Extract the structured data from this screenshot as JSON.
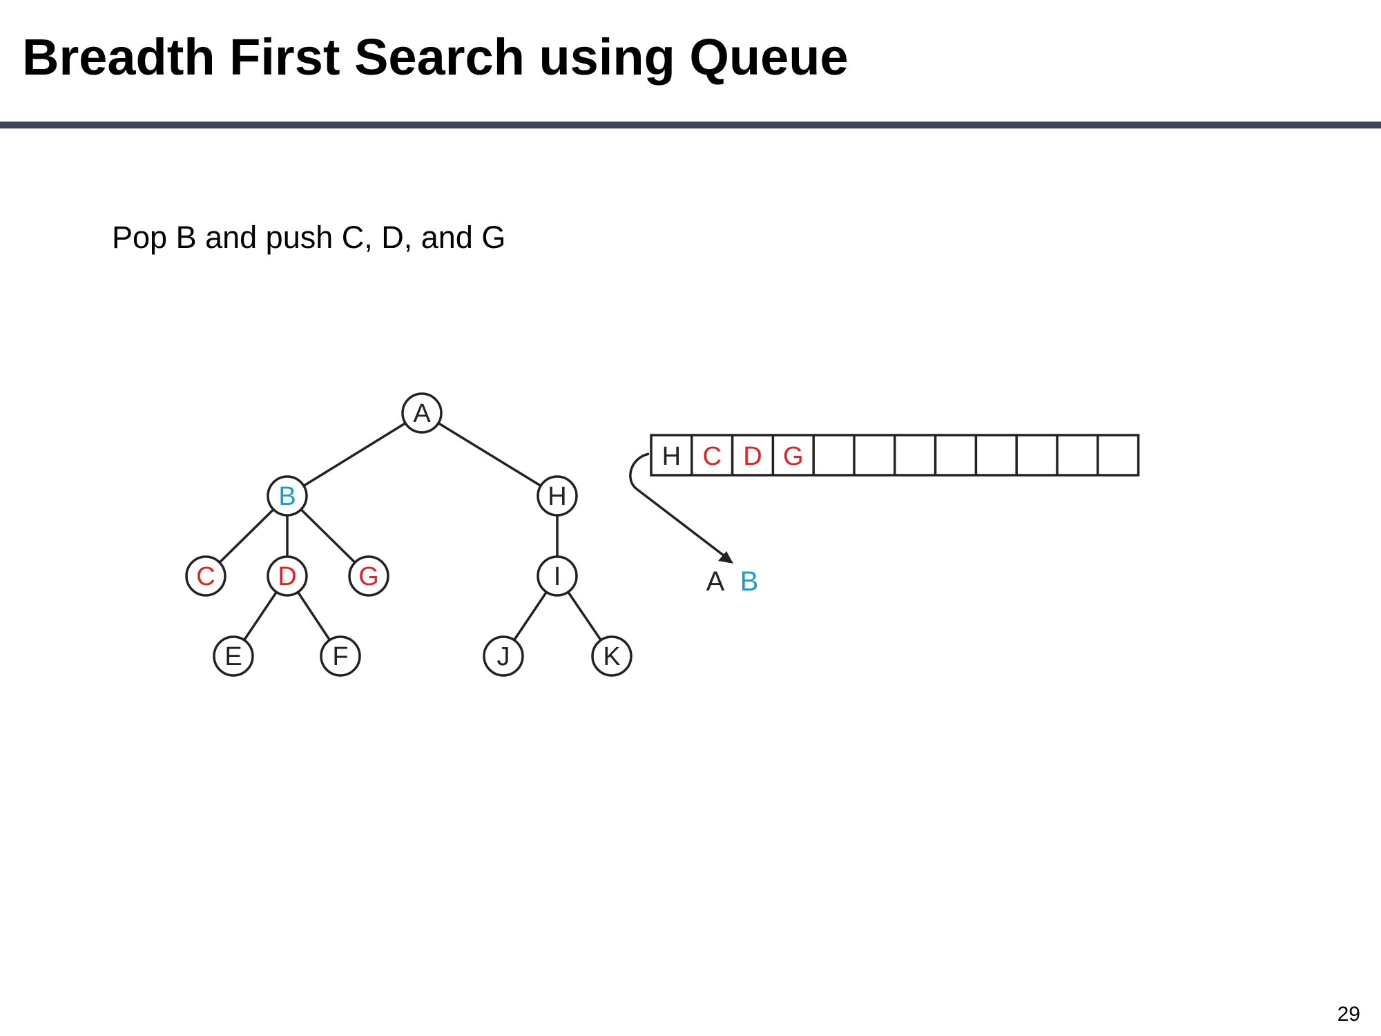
{
  "slide": {
    "title": "Breadth First Search using Queue",
    "caption": "Pop B and push C, D, and G",
    "page_number": "29"
  },
  "colors": {
    "default": "#222222",
    "current": "#1b9ad6",
    "pushed": "#e02323",
    "rule": "#3b4754"
  },
  "tree": {
    "nodes": [
      {
        "id": "A",
        "label": "A",
        "state": "default"
      },
      {
        "id": "B",
        "label": "B",
        "state": "current"
      },
      {
        "id": "H",
        "label": "H",
        "state": "default"
      },
      {
        "id": "C",
        "label": "C",
        "state": "pushed"
      },
      {
        "id": "D",
        "label": "D",
        "state": "pushed"
      },
      {
        "id": "G",
        "label": "G",
        "state": "pushed"
      },
      {
        "id": "I",
        "label": "I",
        "state": "default"
      },
      {
        "id": "E",
        "label": "E",
        "state": "default"
      },
      {
        "id": "F",
        "label": "F",
        "state": "default"
      },
      {
        "id": "J",
        "label": "J",
        "state": "default"
      },
      {
        "id": "K",
        "label": "K",
        "state": "default"
      }
    ],
    "edges": [
      [
        "A",
        "B"
      ],
      [
        "A",
        "H"
      ],
      [
        "B",
        "C"
      ],
      [
        "B",
        "D"
      ],
      [
        "B",
        "G"
      ],
      [
        "D",
        "E"
      ],
      [
        "D",
        "F"
      ],
      [
        "H",
        "I"
      ],
      [
        "I",
        "J"
      ],
      [
        "I",
        "K"
      ]
    ]
  },
  "queue": {
    "cells": [
      {
        "label": "H",
        "state": "default"
      },
      {
        "label": "C",
        "state": "pushed"
      },
      {
        "label": "D",
        "state": "pushed"
      },
      {
        "label": "G",
        "state": "pushed"
      },
      {
        "label": "",
        "state": "default"
      },
      {
        "label": "",
        "state": "default"
      },
      {
        "label": "",
        "state": "default"
      },
      {
        "label": "",
        "state": "default"
      },
      {
        "label": "",
        "state": "default"
      },
      {
        "label": "",
        "state": "default"
      },
      {
        "label": "",
        "state": "default"
      },
      {
        "label": "",
        "state": "default"
      }
    ]
  },
  "popped": [
    {
      "label": "A",
      "state": "default"
    },
    {
      "label": "B",
      "state": "current"
    }
  ]
}
